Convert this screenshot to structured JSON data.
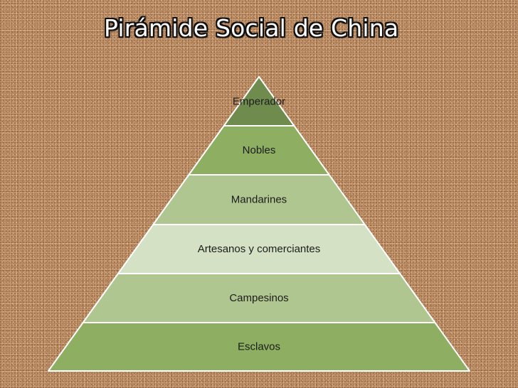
{
  "slide": {
    "title": "Pirámide Social de China"
  },
  "pyramid": {
    "layers": [
      {
        "label": "Emperador",
        "color": "#6f8c4e"
      },
      {
        "label": "Nobles",
        "color": "#8eae62"
      },
      {
        "label": "Mandarines",
        "color": "#b0c690"
      },
      {
        "label": "Artesanos y comerciantes",
        "color": "#d5e1c4"
      },
      {
        "label": "Campesinos",
        "color": "#b0c690"
      },
      {
        "label": "Esclavos",
        "color": "#8eae62"
      }
    ],
    "border_color": "#ffffff"
  }
}
